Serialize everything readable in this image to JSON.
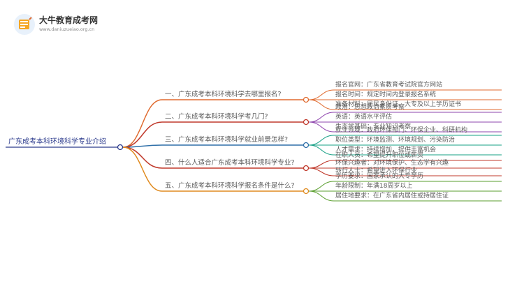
{
  "logo": {
    "name": "大牛教育成考网",
    "url": "www.daniuzueiao.org.cn",
    "icon": "book-icon"
  },
  "colors": {
    "root": "#2b3a8c",
    "branch1": "#e06a2e",
    "branch2": "#c0392b",
    "branch3": "#2e6fa8",
    "branch4": "#c0392b",
    "branch5": "#e08a1e",
    "leaf2": "#8e44ad",
    "leaf3": "#16a085",
    "leaf5": "#5a9e2e"
  },
  "mindmap": {
    "root": "广东成考本科环境科学专业介绍",
    "branches": [
      {
        "label": "一、广东成考本科环境科学去哪里报名?",
        "leaves": [
          "报名官网：广东省教育考试院官方网站",
          "报名时间：规定时间内登录报名系统",
          "准备材料：居民身份证、大专及以上学历证书"
        ]
      },
      {
        "label": "二、广东成考本科环境科学考几门?",
        "leaves": [
          "政治：思想政治素质考察",
          "英语：英语水平评估",
          "生态学基础：专业知识考察"
        ]
      },
      {
        "label": "三、广东成考本科环境科学就业前景怎样?",
        "leaves": [
          "就业领域：政府环保部门、环保企业、科研机构",
          "职位类型：环境监测、环境规划、污染防治",
          "人才需求：持续增加，提供丰富机会"
        ]
      },
      {
        "label": "四、什么人适合广东成考本科环境科学专业?",
        "leaves": [
          "在职人员：希望提升职位或薪资",
          "环保兴趣者：对环境保护、生态学有兴趣",
          "转行人士：希望进入环保行业"
        ]
      },
      {
        "label": "五、广东成考本科环境科学报名条件是什么?",
        "leaves": [
          "学历要求：国家承认的大专学历",
          "年龄限制：年满18周岁以上",
          "居住地要求：在广东省内居住或持居住证"
        ]
      }
    ]
  }
}
